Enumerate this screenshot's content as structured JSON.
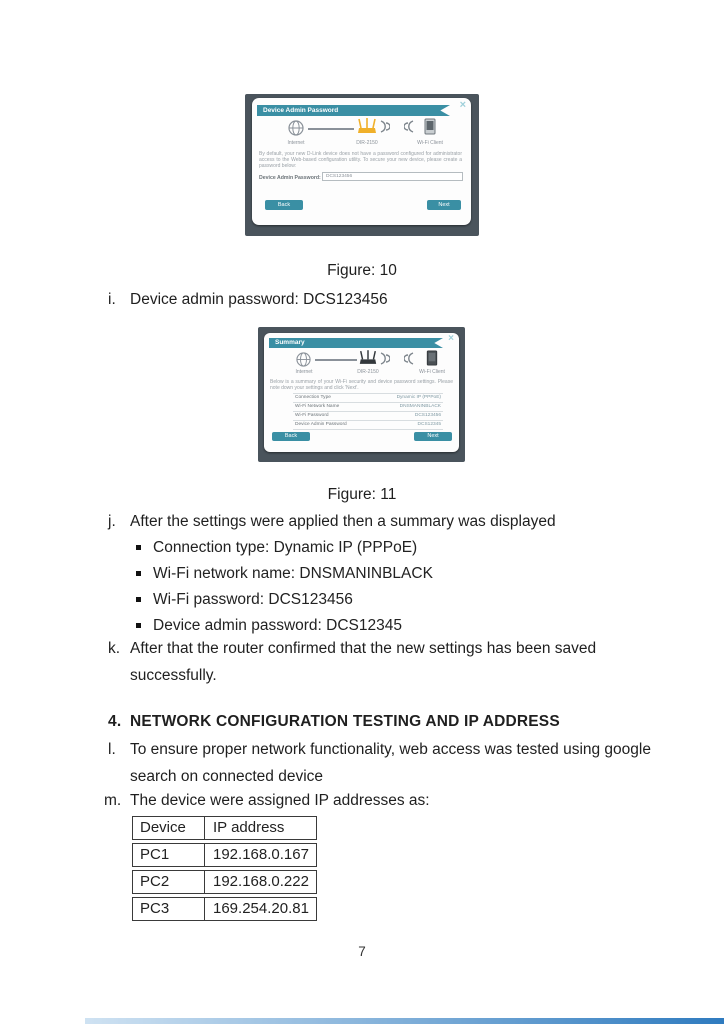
{
  "colors": {
    "teal": "#3a8fa4",
    "orange": "#f0b02a",
    "surround": "#4a545c",
    "border": "#3a3a3a"
  },
  "captions": {
    "fig10": "Figure: 10",
    "fig11": "Figure: 11"
  },
  "list": {
    "i": {
      "marker": "i.",
      "text": "Device admin password: DCS123456"
    },
    "j": {
      "marker": "j.",
      "text": "After the settings were applied then a summary was displayed"
    },
    "bullets": [
      "Connection type: Dynamic IP (PPPoE)",
      "Wi-Fi network name: DNSMANINBLACK",
      "Wi-Fi password: DCS123456",
      "Device admin password: DCS12345"
    ],
    "k": {
      "marker": "k.",
      "line1": "After that the router confirmed that the new settings has been saved",
      "line2": "successfully."
    },
    "heading": {
      "marker": "4.",
      "text": "NETWORK CONFIGURATION TESTING AND IP ADDRESS"
    },
    "l": {
      "marker": "l.",
      "line1": "To ensure proper network functionality, web access was tested using google",
      "line2": "search on connected device"
    },
    "m": {
      "marker": "m.",
      "text": "The device were assigned IP addresses as:"
    }
  },
  "ip_table": {
    "headers": [
      "Device",
      "IP address"
    ],
    "rows": [
      [
        "PC1",
        "192.168.0.167"
      ],
      [
        "PC2",
        "192.168.0.222"
      ],
      [
        "PC3",
        "169.254.20.81"
      ]
    ]
  },
  "fig10_dialog": {
    "title": "Device Admin Password",
    "close": "×",
    "nodes": {
      "internet": "Internet",
      "router": "DIR-2150",
      "client": "Wi-Fi Client"
    },
    "body": "By default, your new D-Link device does not have a password configured for administrator access to the Web-based configuration utility.  To secure your new device, please create a password below:",
    "field_label": "Device Admin Password:",
    "field_value": "DCS123456",
    "back": "Back",
    "next": "Next"
  },
  "fig11_dialog": {
    "title": "Summary",
    "close": "×",
    "nodes": {
      "internet": "Internet",
      "router": "DIR-2150",
      "client": "Wi-Fi Client"
    },
    "body": "Below is a summary of your Wi-Fi security and device password settings. Please note down your settings and click 'Next'.",
    "rows": [
      {
        "label": "Connection Type",
        "value": "Dynamic IP (PPPoE)"
      },
      {
        "label": "Wi-Fi Network Name",
        "value": "DNSMANINBLACK"
      },
      {
        "label": "Wi-Fi Password",
        "value": "DCS123456"
      },
      {
        "label": "Device Admin Password",
        "value": "DCS12345"
      }
    ],
    "back": "Back",
    "next": "Next"
  },
  "page": {
    "number": "7"
  }
}
